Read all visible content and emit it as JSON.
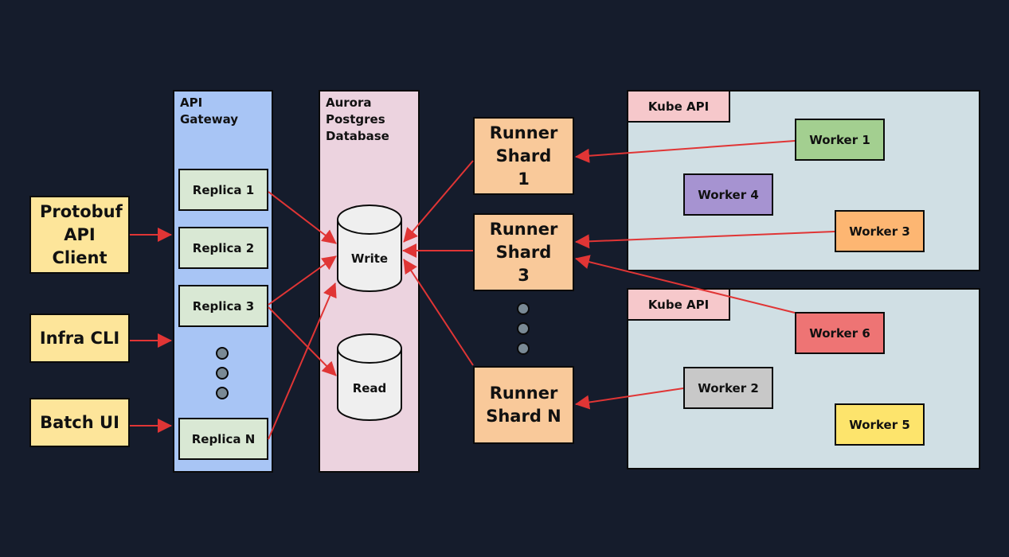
{
  "colors": {
    "background": "#151c2c",
    "arrow": "#e03535",
    "client": "#fde59a",
    "gateway": "#a8c5f5",
    "replica": "#d9e8d4",
    "database": "#ecd3df",
    "runner": "#f9c99a",
    "kube_area": "#d0dfe4",
    "kube_label": "#f6c8cb"
  },
  "clients": [
    {
      "label": "Protobuf API Client"
    },
    {
      "label": "Infra CLI"
    },
    {
      "label": "Batch UI"
    }
  ],
  "gateway": {
    "title": "API Gateway",
    "replicas": [
      "Replica 1",
      "Replica 2",
      "Replica 3",
      "Replica N"
    ]
  },
  "database": {
    "title": "Aurora Postgres Database",
    "write_label": "Write",
    "read_label": "Read"
  },
  "runners": [
    "Runner Shard 1",
    "Runner Shard 3",
    "Runner Shard N"
  ],
  "clusters": [
    {
      "label": "Kube API",
      "workers": [
        {
          "label": "Worker 1",
          "color": "#a3cf90"
        },
        {
          "label": "Worker 4",
          "color": "#a693d1"
        },
        {
          "label": "Worker 3",
          "color": "#fdb672"
        }
      ]
    },
    {
      "label": "Kube API",
      "workers": [
        {
          "label": "Worker 6",
          "color": "#ee7474"
        },
        {
          "label": "Worker 2",
          "color": "#c8c8c8"
        },
        {
          "label": "Worker 5",
          "color": "#fde46c"
        }
      ]
    }
  ],
  "edges": [
    {
      "from": "Protobuf API Client",
      "to": "API Gateway"
    },
    {
      "from": "Infra CLI",
      "to": "API Gateway"
    },
    {
      "from": "Batch UI",
      "to": "API Gateway"
    },
    {
      "from": "Replica 1",
      "to": "Write"
    },
    {
      "from": "Replica 3",
      "to": "Write"
    },
    {
      "from": "Replica 3",
      "to": "Read"
    },
    {
      "from": "Replica N",
      "to": "Write"
    },
    {
      "from": "Runner Shard 1",
      "to": "Write"
    },
    {
      "from": "Runner Shard 3",
      "to": "Write"
    },
    {
      "from": "Runner Shard N",
      "to": "Write"
    },
    {
      "from": "Worker 1",
      "to": "Runner Shard 1"
    },
    {
      "from": "Worker 3",
      "to": "Runner Shard 3"
    },
    {
      "from": "Worker 6",
      "to": "Runner Shard 3"
    },
    {
      "from": "Worker 2",
      "to": "Runner Shard N"
    }
  ]
}
